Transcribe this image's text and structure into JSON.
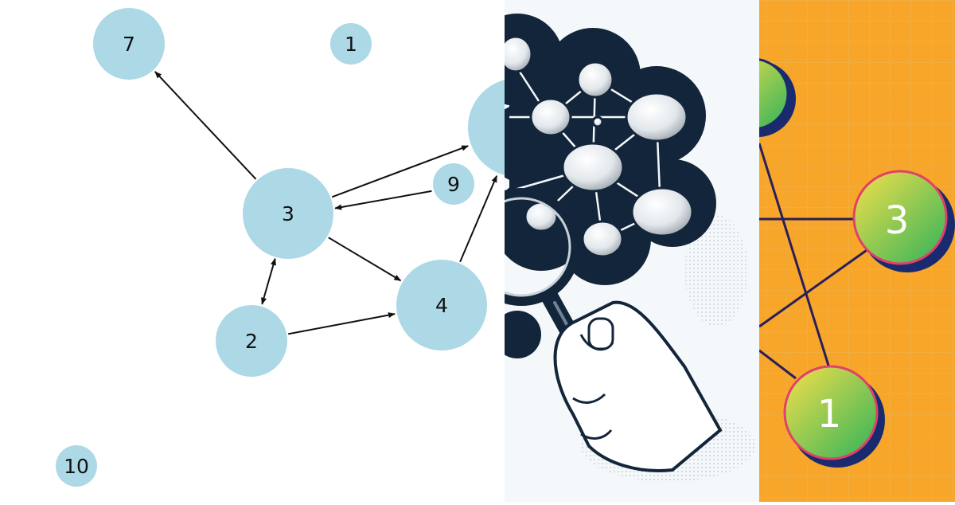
{
  "panels": {
    "graph": {
      "node_color": "#add8e6",
      "edge_color": "#111111",
      "nodes": [
        {
          "id": "7",
          "label": "7"
        },
        {
          "id": "1",
          "label": "1"
        },
        {
          "id": "3",
          "label": "3"
        },
        {
          "id": "9",
          "label": "9"
        },
        {
          "id": "4",
          "label": "4"
        },
        {
          "id": "2",
          "label": "2"
        },
        {
          "id": "10",
          "label": "10"
        }
      ],
      "edges": [
        {
          "from": "3",
          "to": "7"
        },
        {
          "from": "3",
          "to": "4"
        },
        {
          "from": "2",
          "to": "4"
        },
        {
          "from": "3",
          "to": "2",
          "bidirectional": true
        },
        {
          "from": "3",
          "to": "hidden"
        },
        {
          "from": "9",
          "to": "3"
        },
        {
          "from": "4",
          "to": "hidden"
        }
      ]
    },
    "illustration": {
      "subject": "hand holding magnifying glass over network cloud",
      "colors": {
        "ink": "#13253a",
        "paper": "#f4f8fa"
      }
    },
    "colorful_graph": {
      "background": "#f7a62a",
      "node_fill_start": "#f6e04a",
      "node_fill_end": "#2fb35a",
      "node_outline": "#1a2a6e",
      "edge_color": "#2a1f5a",
      "nodes": [
        {
          "id": "3",
          "label": "3"
        },
        {
          "id": "1",
          "label": "1"
        }
      ]
    }
  }
}
